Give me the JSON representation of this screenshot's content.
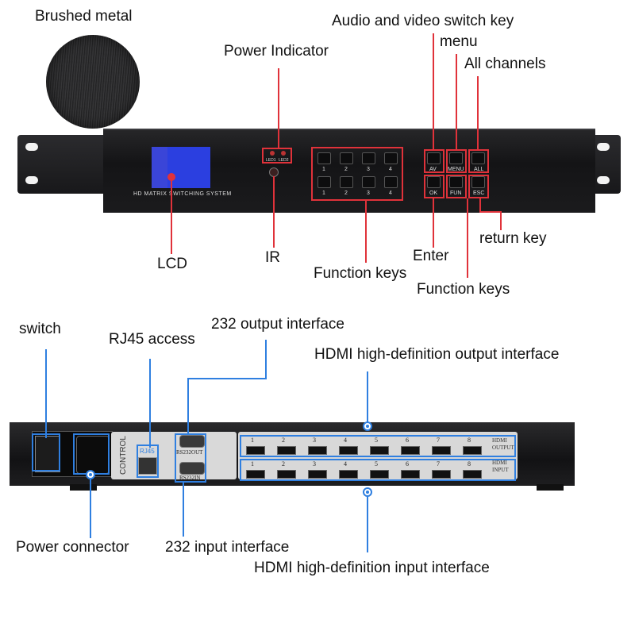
{
  "labels": {
    "brushed_metal": "Brushed metal",
    "power_indicator": "Power Indicator",
    "av_switch_key": "Audio and video switch key",
    "menu": "menu",
    "all_channels": "All channels",
    "return_key": "return key",
    "enter": "Enter",
    "function_keys_right": "Function keys",
    "function_keys_center": "Function keys",
    "lcd": "LCD",
    "ir": "IR",
    "switch": "switch",
    "rj45_access": "RJ45 access",
    "output_232": "232 output interface",
    "hdmi_output": "HDMI high-definition output interface",
    "power_connector": "Power connector",
    "input_232": "232 input interface",
    "hdmi_input": "HDMI high-definition input interface"
  },
  "front_panel": {
    "title": "HD MATRIX SWITCHING SYSTEM",
    "led_labels": [
      "LED1",
      "LED2"
    ],
    "number_keys_top": [
      "1",
      "2",
      "3",
      "4"
    ],
    "number_keys_bottom": [
      "1",
      "2",
      "3",
      "4"
    ],
    "control_keys_top": [
      "AV",
      "MENU",
      "ALL"
    ],
    "control_keys_bottom": [
      "OK",
      "FUN",
      "ESC"
    ]
  },
  "back_panel": {
    "control_label": "CONTROL",
    "rj45_label": "RJ45",
    "rs232_out": "RS232OUT",
    "rs232_in": "RS232IN",
    "hdmi_ports": [
      "1",
      "2",
      "3",
      "4",
      "5",
      "6",
      "7",
      "8"
    ],
    "hdmi_output_tag": "HDMI OUTPUT",
    "hdmi_input_tag": "HDMI INPUT",
    "colors": {
      "callout_front": "#e0323a",
      "callout_back": "#2f7fe0"
    }
  }
}
